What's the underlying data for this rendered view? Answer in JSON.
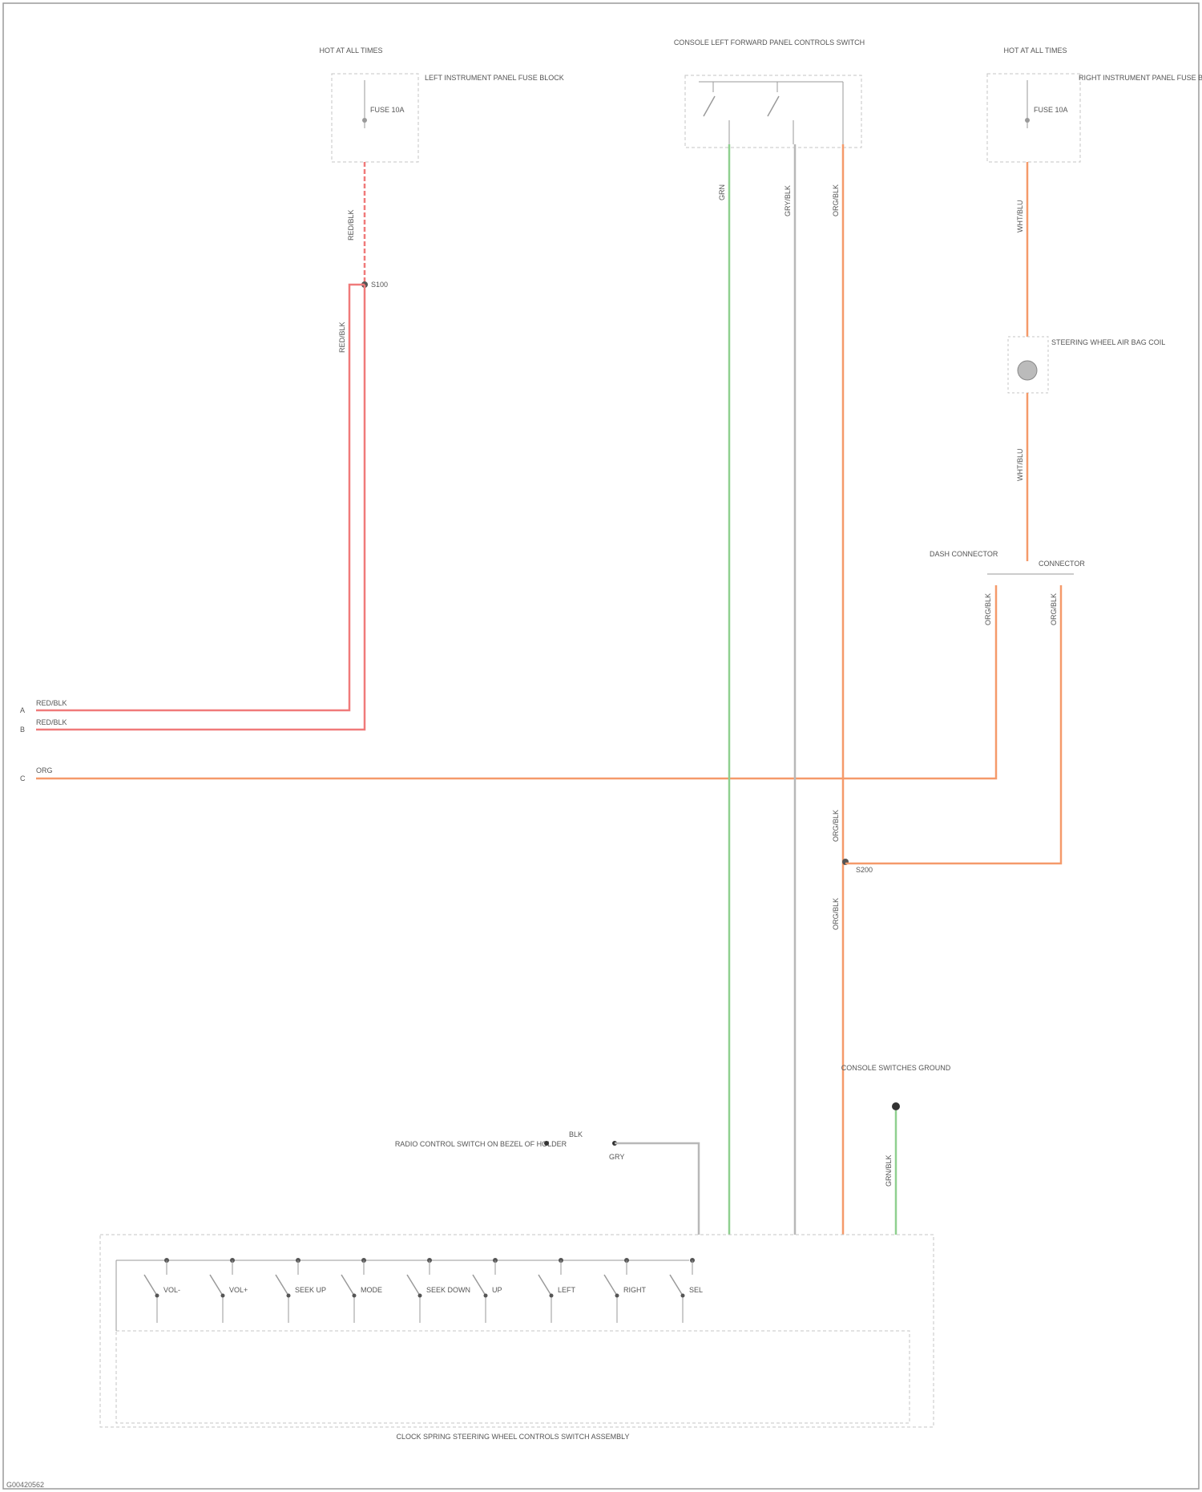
{
  "colors": {
    "wire_red": "#f07a7a",
    "wire_orange": "#f59a6a",
    "wire_green": "#8fd08f",
    "wire_gray": "#b8b8b8",
    "outline": "#9a9a9a",
    "dashed": "#c4c4c4"
  },
  "components": {
    "left_fuse": {
      "heading": "HOT AT ALL TIMES",
      "name": "LEFT INSTRUMENT PANEL FUSE BLOCK",
      "fuse": "FUSE 10A"
    },
    "mirror_switch": {
      "heading": "CONSOLE LEFT FORWARD PANEL CONTROLS SWITCH"
    },
    "right_fuse": {
      "heading": "HOT AT ALL TIMES",
      "name": "RIGHT INSTRUMENT PANEL FUSE BLOCK",
      "fuse": "FUSE 10A"
    },
    "spring": {
      "name": "STEERING WHEEL AIR BAG COIL"
    },
    "dash_connector": {
      "left": "DASH CONNECTOR",
      "right": "CONNECTOR"
    },
    "ground": {
      "name": "CONSOLE SWITCHES GROUND"
    },
    "sensor": {
      "name": "RADIO CONTROL SWITCH ON BEZEL OF HOLDER"
    },
    "module": {
      "name": "CLOCK SPRING STEERING WHEEL CONTROLS SWITCH ASSEMBLY"
    }
  },
  "switches": [
    "VOL-",
    "VOL+",
    "SEEK UP",
    "MODE",
    "SEEK DOWN",
    "UP",
    "LEFT",
    "RIGHT",
    "SEL"
  ],
  "splices": [
    "S100",
    "S200"
  ],
  "wire_labels": [
    "RED/BLK",
    "RED/BLK",
    "ORG",
    "WHT/BLU",
    "ORG/BLK",
    "ORG/BLK",
    "BLK",
    "ORG/BLK",
    "GRN",
    "GRY/BLK",
    "GRN/BLK",
    "ORG",
    "GRY"
  ],
  "footer": "G00420562"
}
